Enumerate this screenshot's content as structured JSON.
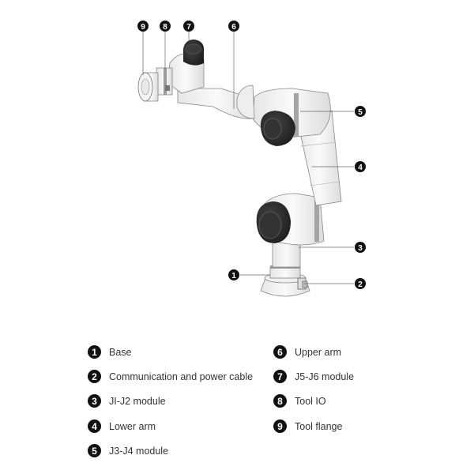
{
  "callouts": [
    {
      "num": "1",
      "label": "Base"
    },
    {
      "num": "2",
      "label": "Communication and power cable"
    },
    {
      "num": "3",
      "label": "JI-J2 module"
    },
    {
      "num": "4",
      "label": "Lower arm"
    },
    {
      "num": "5",
      "label": "J3-J4 module"
    },
    {
      "num": "6",
      "label": "Upper arm"
    },
    {
      "num": "7",
      "label": "J5-J6 module"
    },
    {
      "num": "8",
      "label": "Tool IO"
    },
    {
      "num": "9",
      "label": "Tool flange"
    }
  ],
  "colors": {
    "arm_body": "#f4f4f4",
    "arm_outline": "#8a8a8a",
    "joint_cap": "#2b2b2b",
    "badge": "#111111"
  }
}
